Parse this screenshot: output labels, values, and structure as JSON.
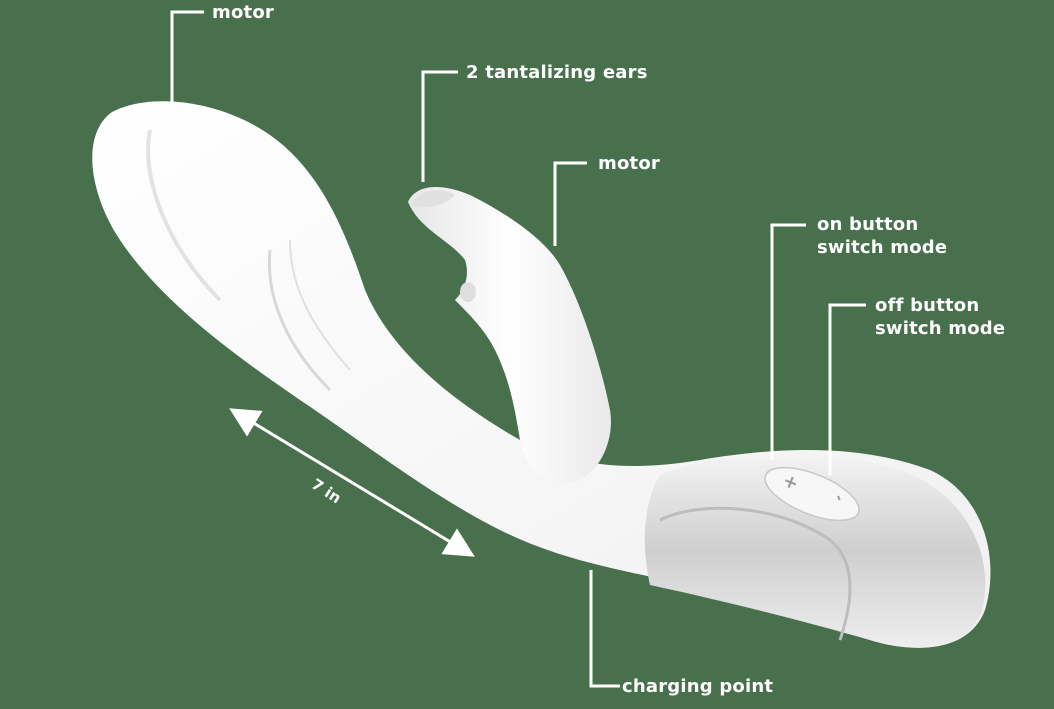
{
  "colors": {
    "background": "#48704d",
    "product_body": "#ffffff",
    "product_shade": "#d6d6d6",
    "leader_lines": "#ffffff",
    "label_text": "#ffffff"
  },
  "labels": {
    "motor_top": "motor",
    "ears": "2 tantalizing ears",
    "motor_rabbit": "motor",
    "on_button_line1": "on button",
    "on_button_line2": "switch mode",
    "off_button_line1": "off button",
    "off_button_line2": "switch mode",
    "charging": "charging point"
  },
  "dimension": {
    "length_label": "7 in"
  },
  "buttons": {
    "plus_symbol": "+",
    "minus_symbol": "-"
  }
}
